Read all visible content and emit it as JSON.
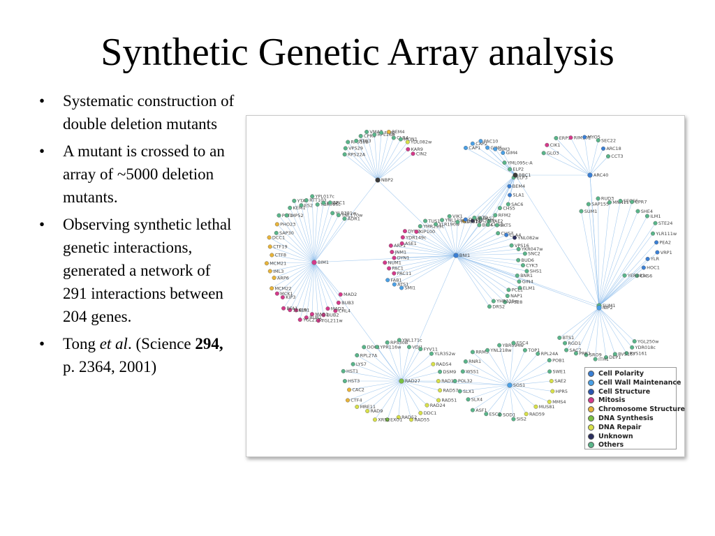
{
  "slide": {
    "title": "Synthetic Genetic Array analysis",
    "bullets": [
      {
        "text": "Systematic construction of double deletion mutants"
      },
      {
        "text": "A mutant is crossed to an array of ~5000 deletion mutants."
      },
      {
        "text": "Observing synthetic lethal genetic interactions, generated a network of 291 interactions between 204 genes."
      },
      {
        "pre": " Tong ",
        "em": "et al",
        "mid": ". (Science ",
        "bold": "294,",
        "post": " p. 2364, 2001)"
      }
    ],
    "bullet_char": "•"
  },
  "network": {
    "legend": [
      {
        "label": "Cell Polarity",
        "color": "#3a7fd4"
      },
      {
        "label": "Cell Wall Maintenance",
        "color": "#4aa0e6"
      },
      {
        "label": "Cell Structure",
        "color": "#2a56b0"
      },
      {
        "label": "Mitosis",
        "color": "#d43a8a"
      },
      {
        "label": "Chromosome Structure",
        "color": "#e8b43a"
      },
      {
        "label": "DNA Synthesis",
        "color": "#7ac142"
      },
      {
        "label": "DNA Repair",
        "color": "#d8e04a"
      },
      {
        "label": "Unknown",
        "color": "#2a2e5e"
      },
      {
        "label": "Others",
        "color": "#5ab58a"
      }
    ],
    "clusters": [
      {
        "hub": "NBP2",
        "color": "#3a3a3a",
        "genes": [
          {
            "n": "RPS22A",
            "c": "#5ab58a"
          },
          {
            "n": "VPS29",
            "c": "#5ab58a"
          },
          {
            "n": "RPS18B",
            "c": "#5ab58a"
          },
          {
            "n": "RTG3",
            "c": "#5ab58a"
          },
          {
            "n": "CPR6",
            "c": "#5ab58a"
          },
          {
            "n": "VMA7",
            "c": "#5ab58a"
          },
          {
            "n": "RPL16A",
            "c": "#5ab58a"
          },
          {
            "n": "FPR1",
            "c": "#5ab58a"
          },
          {
            "n": "BEM4",
            "c": "#e8b43a"
          },
          {
            "n": "CLB4",
            "c": "#5ab58a"
          },
          {
            "n": "MON1",
            "c": "#5ab58a"
          },
          {
            "n": "YDL082w",
            "c": "#d8e04a"
          },
          {
            "n": "KAR9",
            "c": "#d43a8a"
          },
          {
            "n": "CIN2",
            "c": "#d43a8a"
          }
        ]
      },
      {
        "hub": "BBC1",
        "color": "#3a3a3a",
        "genes": [
          {
            "n": "CAP1",
            "c": "#4aa0e6"
          },
          {
            "n": "CAP2",
            "c": "#4aa0e6"
          },
          {
            "n": "PAC10",
            "c": "#4aa0e6"
          },
          {
            "n": "GIM5",
            "c": "#4aa0e6"
          },
          {
            "n": "GIM3",
            "c": "#4aa0e6"
          },
          {
            "n": "GIM4",
            "c": "#4aa0e6"
          },
          {
            "n": "YML095c-A",
            "c": "#5ab58a"
          },
          {
            "n": "ELP2",
            "c": "#5ab58a"
          },
          {
            "n": "ELP3",
            "c": "#5ab58a"
          },
          {
            "n": "BEM4",
            "c": "#3a7fd4"
          },
          {
            "n": "SLA1",
            "c": "#3a7fd4"
          },
          {
            "n": "SAC6",
            "c": "#5ab58a"
          },
          {
            "n": "CHS5",
            "c": "#5ab58a"
          },
          {
            "n": "RFM2",
            "c": "#5ab58a"
          },
          {
            "n": "YAE2",
            "c": "#5ab58a"
          },
          {
            "n": "PAS2",
            "c": "#5ab58a"
          },
          {
            "n": "YLR235c",
            "c": "#2a2e5e"
          },
          {
            "n": "BOI1",
            "c": "#e8b43a"
          }
        ]
      },
      {
        "hub": "ARC40",
        "color": "#3a7fd4",
        "genes": [
          {
            "n": "GLO3",
            "c": "#5ab58a"
          },
          {
            "n": "CIK1",
            "c": "#d43a8a"
          },
          {
            "n": "ERP3",
            "c": "#5ab58a"
          },
          {
            "n": "RIM101",
            "c": "#d43a8a"
          },
          {
            "n": "MYO5",
            "c": "#3a7fd4"
          },
          {
            "n": "SEC22",
            "c": "#5ab58a"
          },
          {
            "n": "ARC18",
            "c": "#3a7fd4"
          },
          {
            "n": "CCT3",
            "c": "#5ab58a"
          }
        ]
      },
      {
        "hub": "SUM1",
        "color": "#5ab58a",
        "genes": [
          {
            "n": "SUM1",
            "c": "#5ab58a"
          },
          {
            "n": "SAP155",
            "c": "#5ab58a"
          },
          {
            "n": "RUD3",
            "c": "#5ab58a"
          },
          {
            "n": "MNN11",
            "c": "#5ab58a"
          },
          {
            "n": "SEC66",
            "c": "#5ab58a"
          },
          {
            "n": "CPR7",
            "c": "#5ab58a"
          },
          {
            "n": "SHE4",
            "c": "#5ab58a"
          },
          {
            "n": "ILM1",
            "c": "#5ab58a"
          },
          {
            "n": "STE24",
            "c": "#5ab58a"
          },
          {
            "n": "YLR111w",
            "c": "#5ab58a"
          },
          {
            "n": "PEA2",
            "c": "#3a7fd4"
          },
          {
            "n": "VRP1",
            "c": "#3a7fd4"
          },
          {
            "n": "YLR",
            "c": "#3a7fd4"
          },
          {
            "n": "HOC1",
            "c": "#3a7fd4"
          },
          {
            "n": "CHS6",
            "c": "#5ab58a"
          },
          {
            "n": "YER083c",
            "c": "#5ab58a"
          }
        ]
      },
      {
        "hub": "BIM1",
        "color": "#d43a8a",
        "genes": [
          {
            "n": "MAD2",
            "c": "#d43a8a"
          },
          {
            "n": "BUB3",
            "c": "#d43a8a"
          },
          {
            "n": "CHL4",
            "c": "#d43a8a"
          },
          {
            "n": "MAD3",
            "c": "#d43a8a"
          },
          {
            "n": "BUB2",
            "c": "#d43a8a"
          },
          {
            "n": "YGL211w",
            "c": "#d43a8a"
          },
          {
            "n": "MAD1",
            "c": "#d43a8a"
          },
          {
            "n": "BUB1",
            "c": "#d43a8a"
          },
          {
            "n": "YGL217c",
            "c": "#d43a8a"
          },
          {
            "n": "BIR1",
            "c": "#d43a8a"
          },
          {
            "n": "SLK19",
            "c": "#d43a8a"
          },
          {
            "n": "BFA1",
            "c": "#d43a8a"
          },
          {
            "n": "KIP3",
            "c": "#d43a8a"
          },
          {
            "n": "MCK1",
            "c": "#d43a8a"
          },
          {
            "n": "MCM22",
            "c": "#e8b43a"
          },
          {
            "n": "ARP6",
            "c": "#e8b43a"
          },
          {
            "n": "IML3",
            "c": "#e8b43a"
          },
          {
            "n": "MCM21",
            "c": "#e8b43a"
          },
          {
            "n": "CTF8",
            "c": "#e8b43a"
          },
          {
            "n": "CTF19",
            "c": "#e8b43a"
          },
          {
            "n": "DCC1",
            "c": "#e8b43a"
          },
          {
            "n": "SAP30",
            "c": "#5ab58a"
          },
          {
            "n": "PHO23",
            "c": "#e8b43a"
          },
          {
            "n": "PPT1",
            "c": "#5ab58a"
          },
          {
            "n": "IMP52",
            "c": "#5ab58a"
          },
          {
            "n": "KEM1",
            "c": "#5ab58a"
          },
          {
            "n": "YTA7",
            "c": "#5ab58a"
          },
          {
            "n": "ES2",
            "c": "#5ab58a"
          },
          {
            "n": "RTT103",
            "c": "#5ab58a"
          },
          {
            "n": "YPL017c",
            "c": "#5ab58a"
          },
          {
            "n": "YBR095c",
            "c": "#5ab58a"
          },
          {
            "n": "YKE2",
            "c": "#5ab58a"
          },
          {
            "n": "ARC1",
            "c": "#5ab58a"
          },
          {
            "n": "YLR381w",
            "c": "#5ab58a"
          },
          {
            "n": "YNL170w",
            "c": "#5ab58a"
          },
          {
            "n": "ADR1",
            "c": "#5ab58a"
          }
        ]
      },
      {
        "hub": "BNI1",
        "color": "#3a7fd4",
        "genes": [
          {
            "n": "SMI1",
            "c": "#4aa0e6"
          },
          {
            "n": "ATS1",
            "c": "#4aa0e6"
          },
          {
            "n": "FAB1",
            "c": "#4aa0e6"
          },
          {
            "n": "PAC11",
            "c": "#d43a8a"
          },
          {
            "n": "PAC1",
            "c": "#d43a8a"
          },
          {
            "n": "NUM1",
            "c": "#d43a8a"
          },
          {
            "n": "DYN1",
            "c": "#d43a8a"
          },
          {
            "n": "JNM1",
            "c": "#d43a8a"
          },
          {
            "n": "ARP1",
            "c": "#d43a8a"
          },
          {
            "n": "ASE1",
            "c": "#d43a8a"
          },
          {
            "n": "YDR149c",
            "c": "#d43a8a"
          },
          {
            "n": "DYN2",
            "c": "#d43a8a"
          },
          {
            "n": "KIP100",
            "c": "#d43a8a"
          },
          {
            "n": "YMR299c",
            "c": "#5ab58a"
          },
          {
            "n": "TUS1",
            "c": "#5ab58a"
          },
          {
            "n": "YLR190w",
            "c": "#5ab58a"
          },
          {
            "n": "YNL119w",
            "c": "#5ab58a"
          },
          {
            "n": "VIK1",
            "c": "#5ab58a"
          },
          {
            "n": "YNL051w",
            "c": "#5ab58a"
          },
          {
            "n": "DCK1",
            "c": "#3a7fd4"
          },
          {
            "n": "SLT2",
            "c": "#5ab58a"
          },
          {
            "n": "BNI4",
            "c": "#5ab58a"
          },
          {
            "n": "CHS3",
            "c": "#5ab58a"
          },
          {
            "n": "SKT5",
            "c": "#5ab58a"
          },
          {
            "n": "CHS7",
            "c": "#5ab58a"
          },
          {
            "n": "CLA4",
            "c": "#3a7fd4"
          },
          {
            "n": "YNL082w",
            "c": "#2a2e5e"
          },
          {
            "n": "VPS16",
            "c": "#5ab58a"
          },
          {
            "n": "YKR047w",
            "c": "#5ab58a"
          },
          {
            "n": "SNC2",
            "c": "#5ab58a"
          },
          {
            "n": "BUD6",
            "c": "#5ab58a"
          },
          {
            "n": "CYK3",
            "c": "#5ab58a"
          },
          {
            "n": "SHS1",
            "c": "#5ab58a"
          },
          {
            "n": "BNR1",
            "c": "#5ab58a"
          },
          {
            "n": "GIN4",
            "c": "#5ab58a"
          },
          {
            "n": "ELM1",
            "c": "#5ab58a"
          },
          {
            "n": "PCL1",
            "c": "#5ab58a"
          },
          {
            "n": "NAP1",
            "c": "#5ab58a"
          },
          {
            "n": "VPS28",
            "c": "#5ab58a"
          },
          {
            "n": "YHR111w",
            "c": "#5ab58a"
          },
          {
            "n": "DRS2",
            "c": "#5ab58a"
          }
        ]
      },
      {
        "hub": "NIP2",
        "color": "#4aa0e6",
        "genes": [
          {
            "n": "YGL250w",
            "c": "#5ab58a"
          },
          {
            "n": "YDR018c",
            "c": "#5ab58a"
          },
          {
            "n": "RVS161",
            "c": "#5ab58a"
          },
          {
            "n": "RVS167",
            "c": "#5ab58a"
          },
          {
            "n": "DEP1",
            "c": "#5ab58a"
          },
          {
            "n": "ITH1",
            "c": "#5ab58a"
          },
          {
            "n": "SRO9",
            "c": "#5ab58a"
          },
          {
            "n": "PRK1",
            "c": "#5ab58a"
          },
          {
            "n": "SAC7",
            "c": "#5ab58a"
          },
          {
            "n": "RGD1",
            "c": "#5ab58a"
          },
          {
            "n": "BTS1",
            "c": "#5ab58a"
          }
        ]
      },
      {
        "hub": "RAD27",
        "color": "#7ac142",
        "genes": [
          {
            "n": "RAD17",
            "c": "#d8e04a"
          },
          {
            "n": "RAD57",
            "c": "#d8e04a"
          },
          {
            "n": "RAD51",
            "c": "#d8e04a"
          },
          {
            "n": "RAD24",
            "c": "#d8e04a"
          },
          {
            "n": "DDC1",
            "c": "#d8e04a"
          },
          {
            "n": "RAD55",
            "c": "#d8e04a"
          },
          {
            "n": "RAD52",
            "c": "#d8e04a"
          },
          {
            "n": "EXO1",
            "c": "#7ac142"
          },
          {
            "n": "XRS2",
            "c": "#d8e04a"
          },
          {
            "n": "RAD9",
            "c": "#d8e04a"
          },
          {
            "n": "MRE11",
            "c": "#d8e04a"
          },
          {
            "n": "CTF4",
            "c": "#e8b43a"
          },
          {
            "n": "CAC2",
            "c": "#e8b43a"
          },
          {
            "n": "HST3",
            "c": "#5ab58a"
          },
          {
            "n": "HST1",
            "c": "#5ab58a"
          },
          {
            "n": "LYS7",
            "c": "#5ab58a"
          },
          {
            "n": "RPL27A",
            "c": "#5ab58a"
          },
          {
            "n": "DOC1",
            "c": "#5ab58a"
          },
          {
            "n": "YPR116w",
            "c": "#5ab58a"
          },
          {
            "n": "RPS30B",
            "c": "#5ab58a"
          },
          {
            "n": "YNL171c",
            "c": "#5ab58a"
          },
          {
            "n": "VDJ1",
            "c": "#5ab58a"
          },
          {
            "n": "FYV11",
            "c": "#5ab58a"
          },
          {
            "n": "YLR352w",
            "c": "#5ab58a"
          },
          {
            "n": "RAD54",
            "c": "#d8e04a"
          },
          {
            "n": "DSM9",
            "c": "#5ab58a"
          }
        ]
      },
      {
        "hub": "SGS1",
        "color": "#4aa0e6",
        "genes": [
          {
            "n": "SAE2",
            "c": "#d8e04a"
          },
          {
            "n": "HPR5",
            "c": "#d8e04a"
          },
          {
            "n": "MMS4",
            "c": "#d8e04a"
          },
          {
            "n": "MUS81",
            "c": "#d8e04a"
          },
          {
            "n": "RAD59",
            "c": "#d8e04a"
          },
          {
            "n": "SIS2",
            "c": "#5ab58a"
          },
          {
            "n": "SOD1",
            "c": "#5ab58a"
          },
          {
            "n": "ESC2",
            "c": "#5ab58a"
          },
          {
            "n": "ASF1",
            "c": "#5ab58a"
          },
          {
            "n": "SLX4",
            "c": "#5ab58a"
          },
          {
            "n": "SLX1",
            "c": "#5ab58a"
          },
          {
            "n": "POL32",
            "c": "#5ab58a"
          },
          {
            "n": "WSS1",
            "c": "#5ab58a"
          },
          {
            "n": "RNR1",
            "c": "#5ab58a"
          },
          {
            "n": "RRM3",
            "c": "#5ab58a"
          },
          {
            "n": "YNL218w",
            "c": "#5ab58a"
          },
          {
            "n": "YBR094w",
            "c": "#5ab58a"
          },
          {
            "n": "ESC4",
            "c": "#5ab58a"
          },
          {
            "n": "TOP1",
            "c": "#5ab58a"
          },
          {
            "n": "RPL24A",
            "c": "#5ab58a"
          },
          {
            "n": "POB1",
            "c": "#5ab58a"
          },
          {
            "n": "SWE1",
            "c": "#5ab58a"
          }
        ]
      }
    ]
  }
}
